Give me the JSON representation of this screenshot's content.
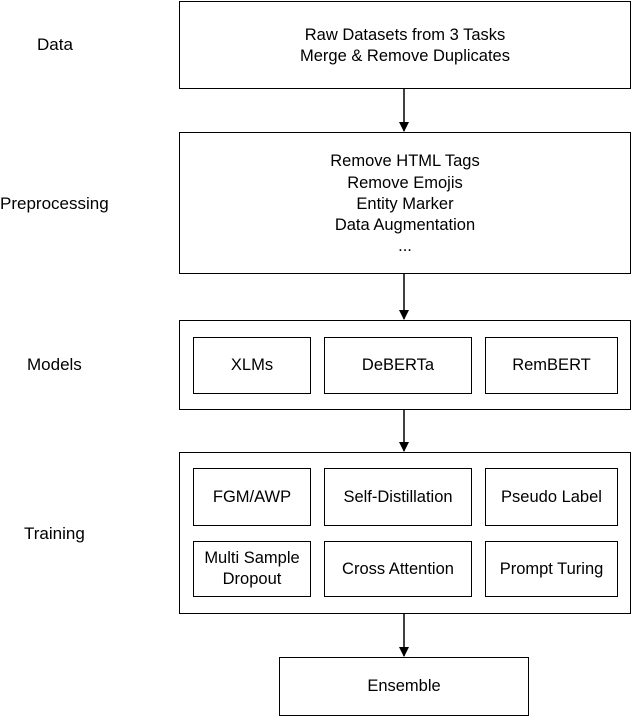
{
  "stages": {
    "data": "Data",
    "preprocessing": "Preprocessing",
    "models": "Models",
    "training": "Training"
  },
  "data_box": {
    "line1": "Raw Datasets from 3 Tasks",
    "line2": "Merge & Remove Duplicates"
  },
  "preprocessing_box": {
    "lines": [
      "Remove HTML Tags",
      "Remove Emojis",
      "Entity Marker",
      "Data Augmentation",
      "..."
    ]
  },
  "models_box": {
    "items": [
      "XLMs",
      "DeBERTa",
      "RemBERT"
    ]
  },
  "training_box": {
    "row1": [
      "FGM/AWP",
      "Self-Distillation",
      "Pseudo Label"
    ],
    "row2": [
      "Multi Sample Dropout",
      "Cross Attention",
      "Prompt Turing"
    ],
    "row2_first_split": [
      "Multi Sample",
      "Dropout"
    ]
  },
  "ensemble_box": {
    "label": "Ensemble"
  }
}
